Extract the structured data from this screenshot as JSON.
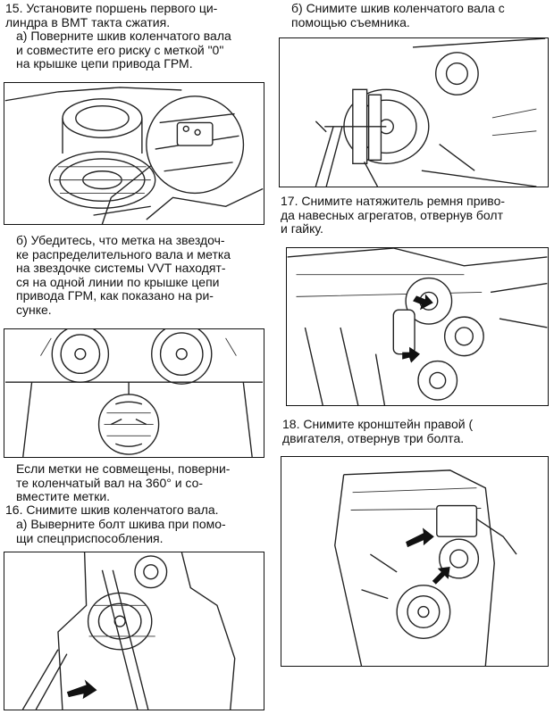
{
  "left": {
    "step15": {
      "heading": "15. Установите поршень первого ци-\nлиндра в ВМТ такта сжатия.",
      "sub_a": "а) Поверните шкив коленчатого вала\nи совместите его риску с меткой \"0\"\nна крышке цепи привода ГРМ.",
      "sub_b": "б) Убедитесь, что метка на звездоч-\nке распределительного вала и метка\nна звездочке системы VVT находят-\nся на одной линии по крышке цепи\nпривода ГРМ, как показано на ри-\nсунке.",
      "note": "Если метки не совмещены, поверни-\nте коленчатый вал на 360° и со-\nвместите метки."
    },
    "step16": {
      "heading": "16. Снимите шкив коленчатого вала.",
      "sub_a": "а) Выверните болт шкива при помо-\nщи спецприспособления."
    }
  },
  "right": {
    "step16_b": "б) Снимите шкив коленчатого вала с\nпомощью съемника.",
    "step17": "17. Снимите натяжитель ремня приво-\nда навесных агрегатов, отвернув болт\nи гайку.",
    "step18": "18. Снимите кронштейн правой (\nдвигателя, отвернув три болта."
  },
  "icons": {
    "fig_pulley_mark": "crankshaft-pulley-mark-illustration",
    "fig_timing_marks": "timing-chain-marks-illustration",
    "fig_bolt_tool": "pulley-bolt-removal-illustration",
    "fig_puller": "pulley-puller-illustration",
    "fig_tensioner": "belt-tensioner-illustration",
    "fig_bracket": "engine-bracket-illustration"
  }
}
